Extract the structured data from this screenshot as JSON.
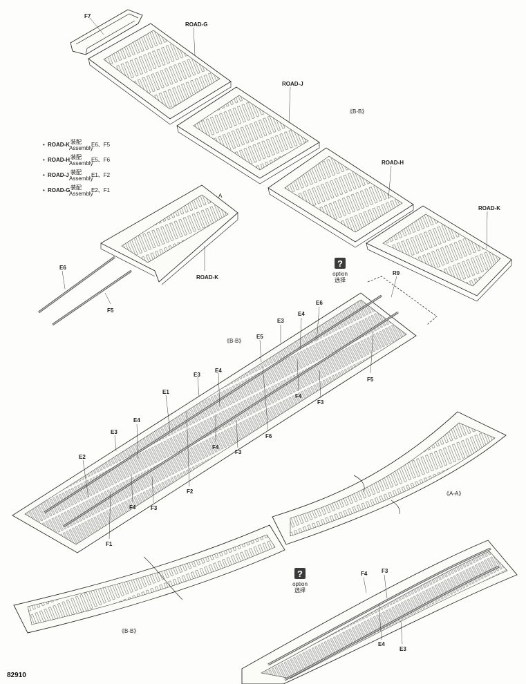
{
  "page_number": "82910",
  "assembly_note": {
    "rows": [
      {
        "bullet": "•",
        "part": "ROAD-K",
        "cn": "装配",
        "en": "Assembly",
        "parts": "E6、F5"
      },
      {
        "bullet": "•",
        "part": "ROAD-H",
        "cn": "装配",
        "en": "Assembly",
        "parts": "E5、F6"
      },
      {
        "bullet": "•",
        "part": "ROAD-J",
        "cn": "装配",
        "en": "Assembly",
        "parts": "E1、F2"
      },
      {
        "bullet": "•",
        "part": "ROAD-G",
        "cn": "装配",
        "en": "Assembly",
        "parts": "E2、F1"
      }
    ]
  },
  "option_labels": [
    {
      "icon": "?",
      "en": "option",
      "cn": "选择"
    },
    {
      "icon": "?",
      "en": "option",
      "cn": "选择"
    }
  ],
  "section_labels": {
    "bb_top": "《B-B》",
    "bb_mid": "《B-B》",
    "bb_bottom": "《B-B》",
    "aa": "《A-A》"
  },
  "top_parts": {
    "f7": "F7",
    "road_g": "ROAD-G",
    "road_j": "ROAD-J",
    "road_h": "ROAD-H",
    "road_k": "ROAD-K"
  },
  "sub_assembly": {
    "road_k": "ROAD-K",
    "e6": "E6",
    "f5": "F5",
    "a_mark": "A"
  },
  "main_callouts": {
    "r9": "R9",
    "e6": "E6",
    "e4a": "E4",
    "e3a": "E3",
    "e5": "E5",
    "f5": "F5",
    "f4a": "F4",
    "f3a": "F3",
    "e3b": "E3",
    "e4b": "E4",
    "e1": "E1",
    "f6": "F6",
    "f4b": "F4",
    "f3b": "F3",
    "e4c": "E4",
    "e3c": "E3",
    "e2": "E2",
    "f2": "F2",
    "f4c": "F4",
    "f3c": "F3",
    "f1": "F1"
  },
  "bottom_callouts": {
    "f4": "F4",
    "f3": "F3",
    "e4": "E4",
    "e3": "E3"
  }
}
